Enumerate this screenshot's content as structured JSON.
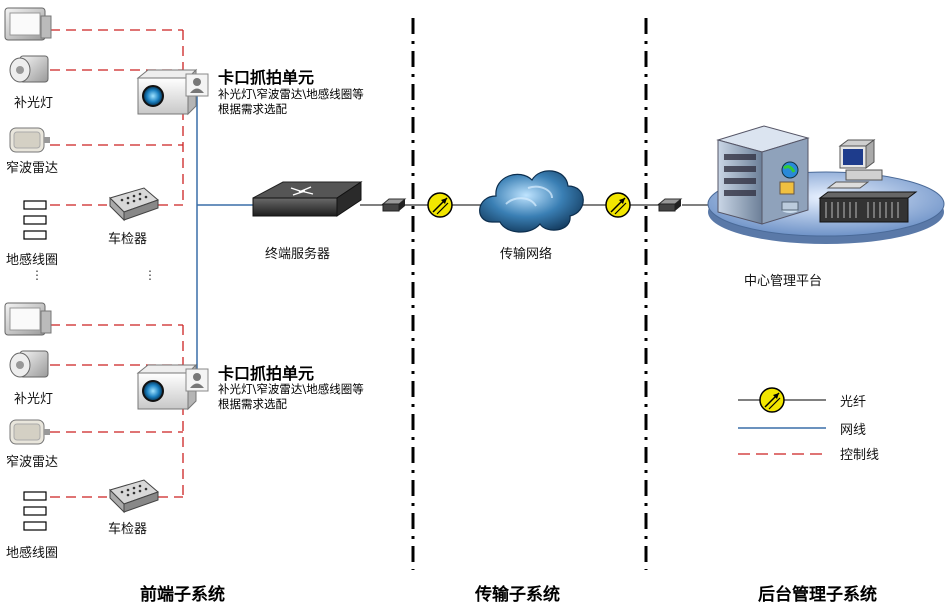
{
  "front": {
    "groups": [
      {
        "floodlight": "补光灯",
        "radar": "窄波雷达",
        "loop": "地感线圈",
        "detector": "车检器",
        "unit_title": "卡口抓拍单元",
        "unit_note": "补光灯\\窄波雷达\\地感线圈等根据需求选配"
      },
      {
        "floodlight": "补光灯",
        "radar": "窄波雷达",
        "loop": "地感线圈",
        "detector": "车检器",
        "unit_title": "卡口抓拍单元",
        "unit_note": "补光灯\\窄波雷达\\地感线圈等根据需求选配"
      }
    ],
    "terminal_server": "终端服务器"
  },
  "network": {
    "label": "传输网络"
  },
  "backend": {
    "label": "中心管理平台"
  },
  "legend": {
    "items": [
      {
        "label": "光纤",
        "type": "fiber"
      },
      {
        "label": "网线",
        "type": "network-cable",
        "color": "#3a6fa8"
      },
      {
        "label": "控制线",
        "type": "control-line",
        "color": "#cc2222"
      }
    ]
  },
  "sections": {
    "front": "前端子系统",
    "transport": "传输子系统",
    "backend": "后台管理子系统"
  },
  "colors": {
    "control_line": "#cc2222",
    "network_line": "#3a6fa8",
    "fiber_marker": "#f2e600"
  }
}
